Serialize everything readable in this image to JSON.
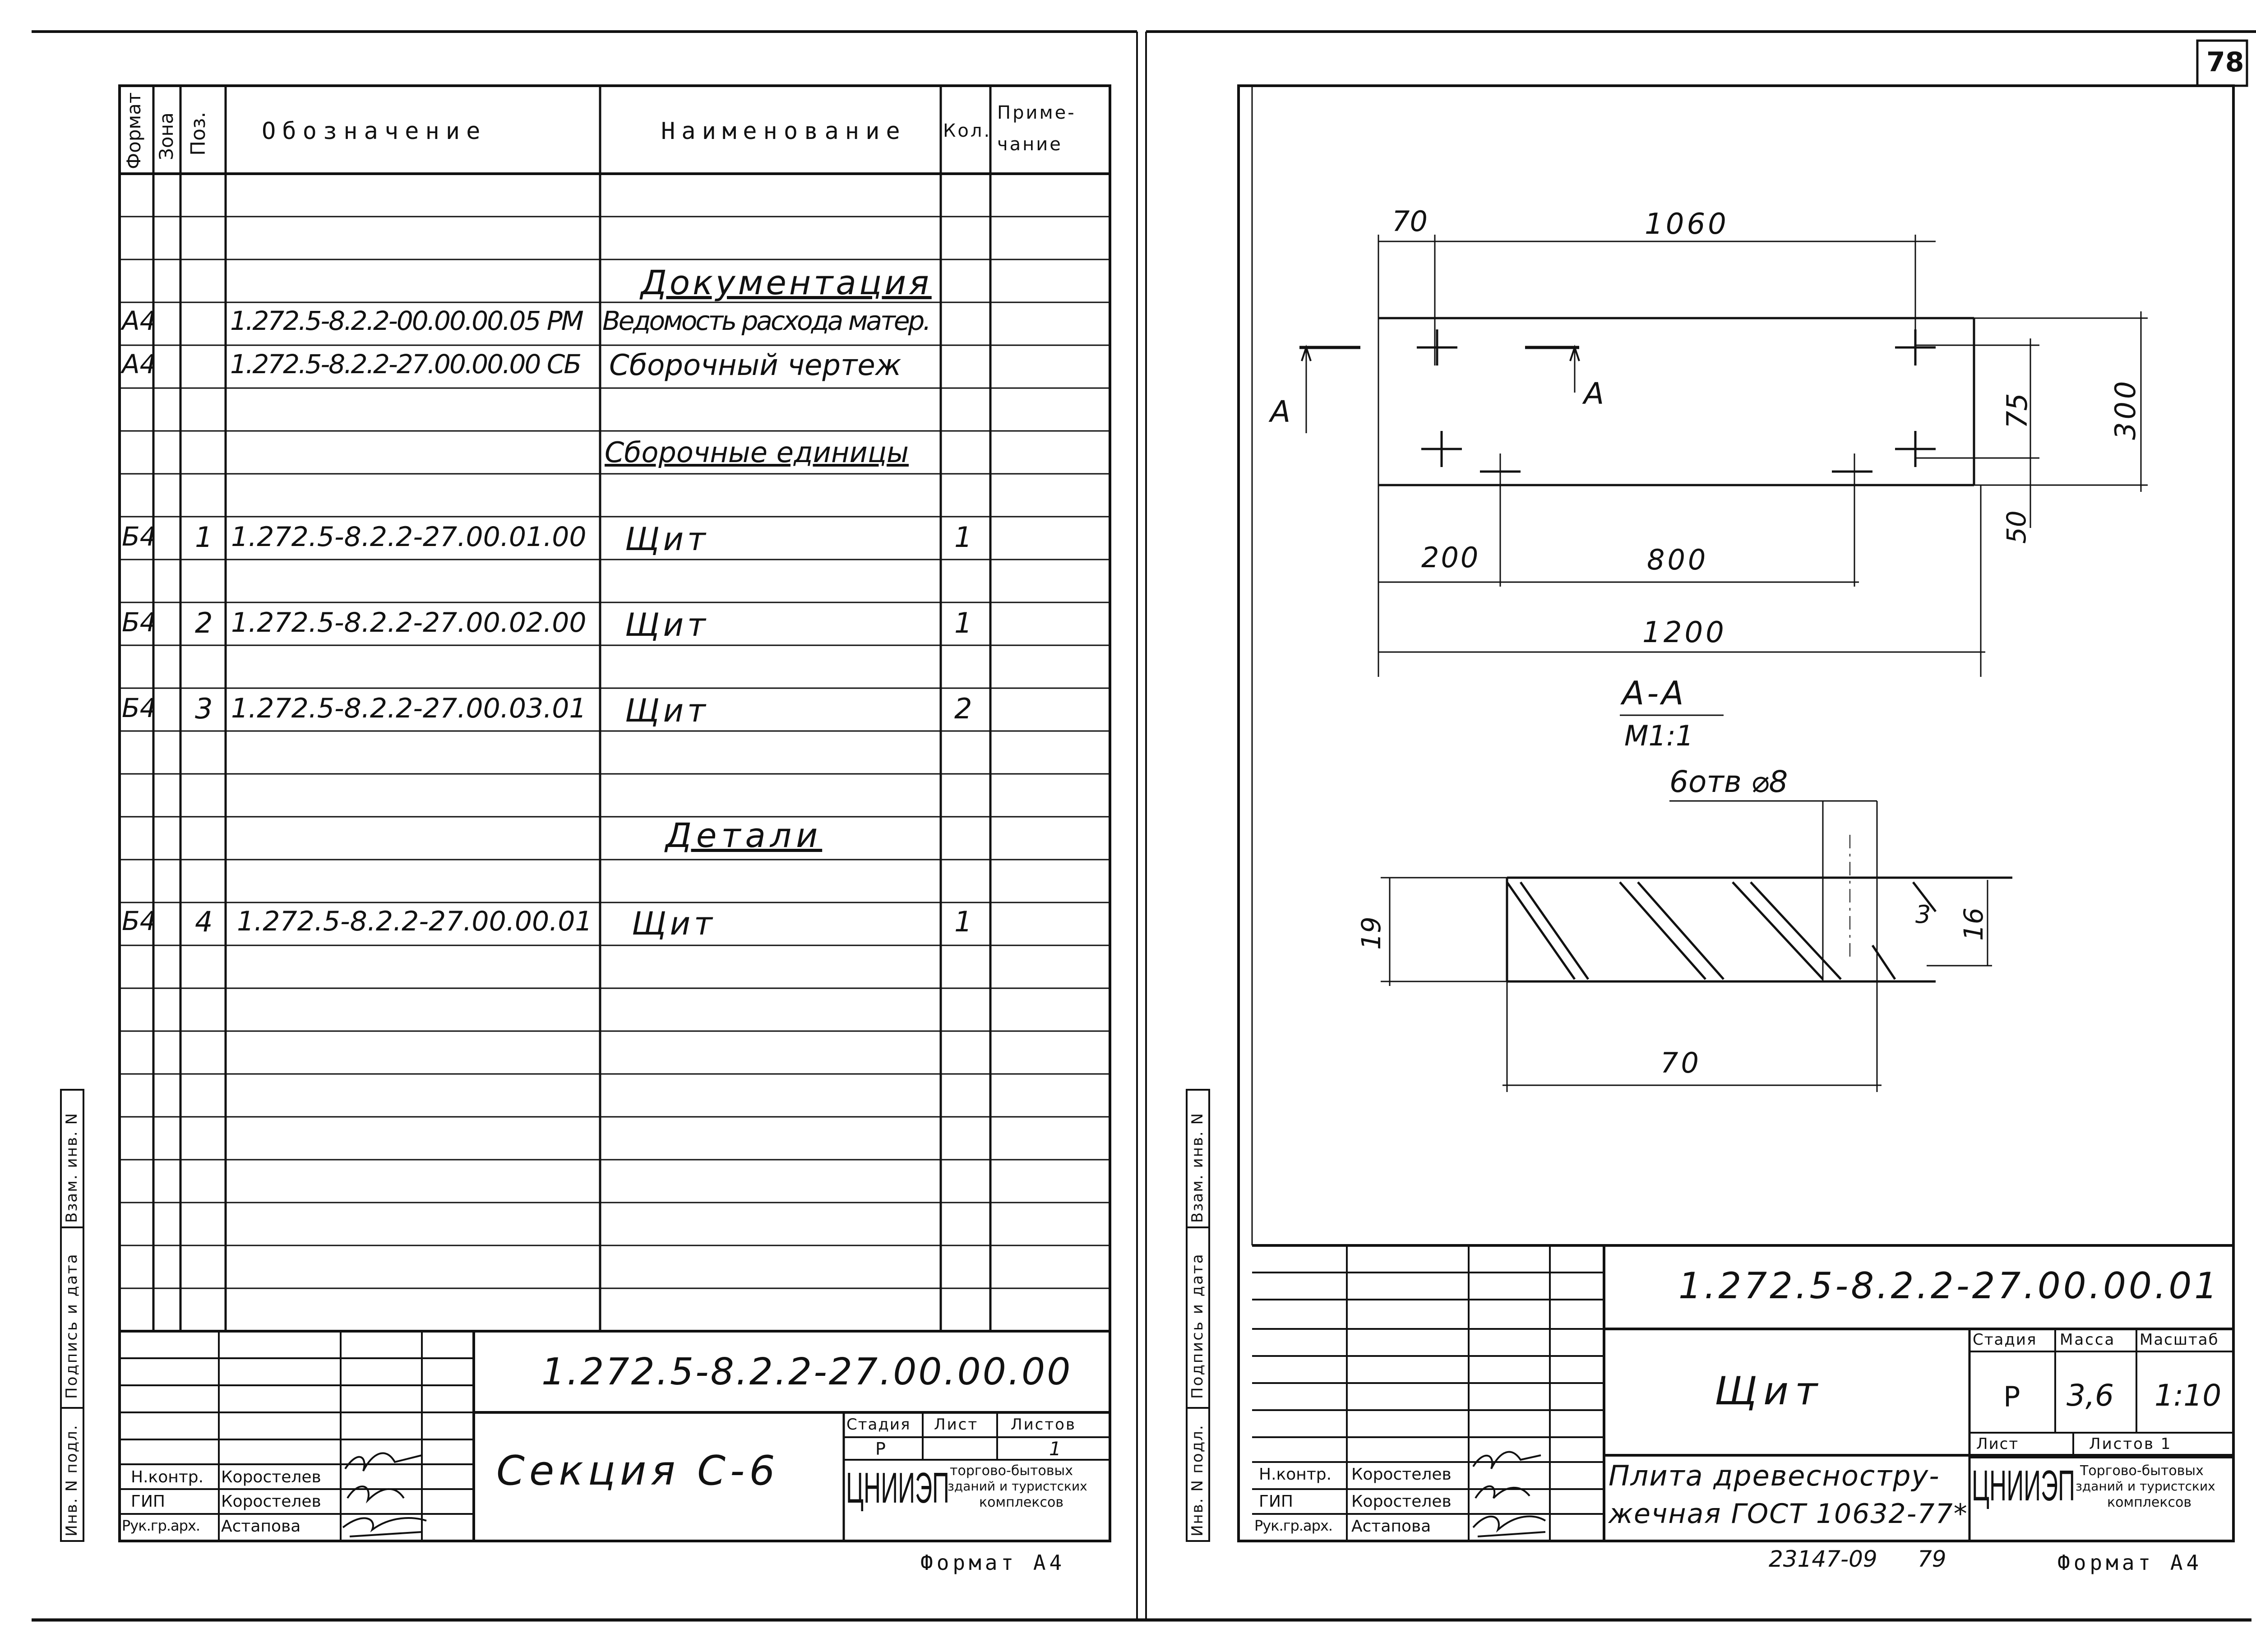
{
  "page_number": "78",
  "left": {
    "headers": {
      "format": "Формат",
      "zone": "Зона",
      "pos": "Поз.",
      "designation": "Обозначение",
      "name": "Наименование",
      "qty": "Кол.",
      "note_1": "Приме-",
      "note_2": "чание"
    },
    "sections": {
      "documentation": "Документация",
      "assembly_units": "Сборочные единицы",
      "details": "Детали"
    },
    "rows": [
      {
        "format": "А4",
        "pos": "",
        "designation": "1.272.5-8.2.2-00.00.00.05 РМ",
        "name": "Ведомость расхода матер.",
        "qty": ""
      },
      {
        "format": "А4",
        "pos": "",
        "designation": "1.272.5-8.2.2-27.00.00.00 СБ",
        "name": "Сборочный чертеж",
        "qty": ""
      },
      {
        "format": "Б4",
        "pos": "1",
        "designation": "1.272.5-8.2.2-27.00.01.00",
        "name": "Щит",
        "qty": "1"
      },
      {
        "format": "Б4",
        "pos": "2",
        "designation": "1.272.5-8.2.2-27.00.02.00",
        "name": "Щит",
        "qty": "1"
      },
      {
        "format": "Б4",
        "pos": "3",
        "designation": "1.272.5-8.2.2-27.00.03.01",
        "name": "Щит",
        "qty": "2"
      },
      {
        "format": "Б4",
        "pos": "4",
        "designation": "1.272.5-8.2.2-27.00.00.01",
        "name": "Щит",
        "qty": "1"
      }
    ],
    "side_labels": {
      "inv_podl": "Инв. N подл.",
      "podpis_data": "Подпись и дата",
      "vzam_inv": "Взам. инв. N"
    },
    "title_block": {
      "code": "1.272.5-8.2.2-27.00.00.00",
      "title": "Секция С-6",
      "stage_label": "Стадия",
      "sheet_label": "Лист",
      "sheets_label": "Листов",
      "stage": "Р",
      "sheets": "1",
      "roles": [
        "Н.контр.",
        "ГИП",
        "Рук.гр.арх."
      ],
      "names": [
        "Коростелев",
        "Коростелев",
        "Астапова"
      ],
      "org_logo": "ЦНИИЭП",
      "org_name_1": "торгово-бытовых",
      "org_name_2": "зданий и туристских",
      "org_name_3": "комплексов"
    },
    "format": "Формат А4"
  },
  "right": {
    "dimensions": {
      "d70_top": "70",
      "d1060": "1060",
      "d75": "75",
      "d300": "300",
      "d50": "50",
      "d200": "200",
      "d800": "800",
      "d1200": "1200",
      "d19": "19",
      "d16": "16",
      "d3": "3",
      "d70_bottom": "70"
    },
    "section_marks": {
      "left": "А",
      "right": "А"
    },
    "section_title": "А-А",
    "section_scale": "М1:1",
    "holes_note": "6отв ⌀8",
    "side_labels": {
      "inv_podl": "Инв. N подл.",
      "podpis_data": "Подпись и дата",
      "vzam_inv": "Взам. инв. N"
    },
    "title_block": {
      "code": "1.272.5-8.2.2-27.00.00.01",
      "title": "Щит",
      "material_1": "Плита древесностру-",
      "material_2": "жечная ГОСТ 10632-77*",
      "stage_label": "Стадия",
      "mass_label": "Масса",
      "scale_label": "Масштаб",
      "stage": "Р",
      "mass": "3,6",
      "scale": "1:10",
      "sheet_label": "Лист",
      "sheets_label": "Листов 1",
      "roles": [
        "Н.контр.",
        "ГИП",
        "Рук.гр.арх."
      ],
      "names": [
        "Коростелев",
        "Коростелев",
        "Астапова"
      ],
      "org_logo": "ЦНИИЭП",
      "org_name_1": "Торгово-бытовых",
      "org_name_2": "зданий и туристских",
      "org_name_3": "комплексов"
    },
    "album_code": "23147-09",
    "album_page": "79",
    "format": "Формат А4"
  }
}
